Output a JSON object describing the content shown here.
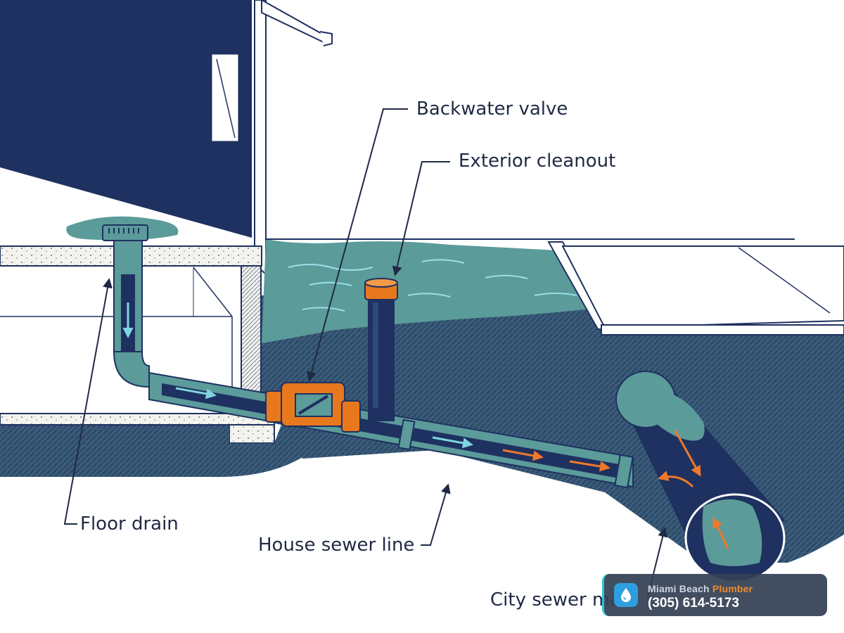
{
  "labels": {
    "backwater_valve": "Backwater valve",
    "exterior_cleanout": "Exterior cleanout",
    "floor_drain": "Floor drain",
    "house_sewer_line": "House sewer line",
    "city_sewer_main": "City sewer ma"
  },
  "badge": {
    "name_part1": "Miami Beach ",
    "name_part2": "Plumber",
    "phone": "(305) 614-5173",
    "icon": "water-drop-icon"
  },
  "colors": {
    "navy": "#1e3160",
    "teal": "#5b9b9a",
    "orange": "#e8781e",
    "soil": "#2f4d6a",
    "arrow_teal": "#7fd6e0",
    "arrow_orange": "#f0782a"
  }
}
